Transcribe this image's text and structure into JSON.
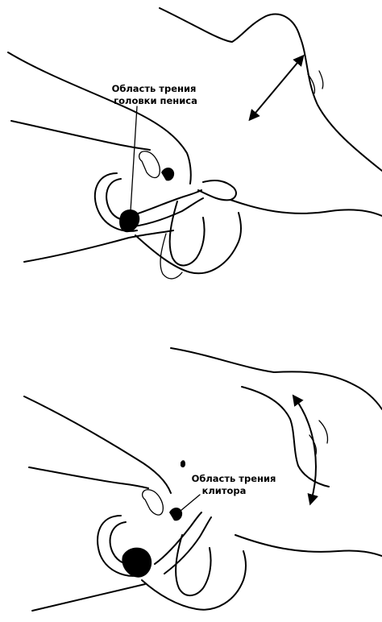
{
  "figures": [
    {
      "id": "top",
      "label_lines": [
        "Область трения",
        "головки пениса"
      ]
    },
    {
      "id": "bottom",
      "label_lines": [
        "Область трения",
        "клитора"
      ]
    }
  ],
  "colors": {
    "ink": "#000000",
    "paper": "#ffffff"
  }
}
